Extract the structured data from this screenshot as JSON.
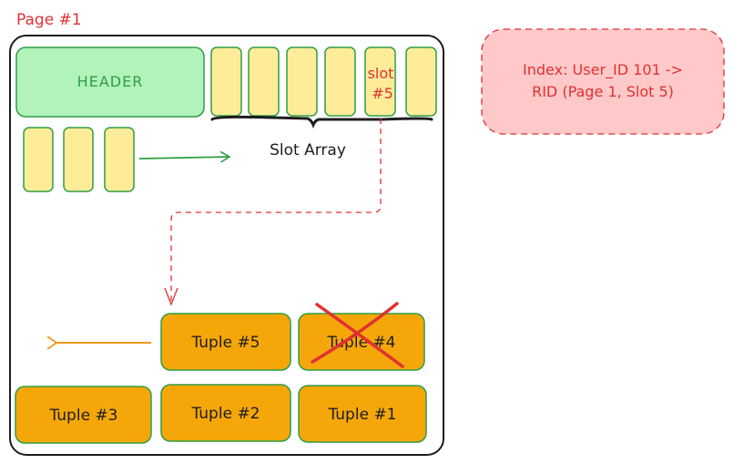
{
  "page": {
    "title": "Page #1"
  },
  "header": {
    "label": "HEADER"
  },
  "slot_array": {
    "label": "Slot Array",
    "highlighted_slot": {
      "line1": "slot",
      "line2": "#5"
    }
  },
  "tuples": [
    {
      "label": "Tuple #5",
      "deleted": false
    },
    {
      "label": "Tuple #4",
      "deleted": true
    },
    {
      "label": "Tuple #3",
      "deleted": false
    },
    {
      "label": "Tuple #2",
      "deleted": false
    },
    {
      "label": "Tuple #1",
      "deleted": false
    }
  ],
  "index_note": {
    "line1": "Index: User_ID 101 ->",
    "line2": "RID (Page 1, Slot 5)"
  },
  "colors": {
    "header_fill": "#b2f2bb",
    "slot_fill": "#ffec99",
    "tuple_fill": "#f5a70a",
    "green_stroke": "#2f9e44",
    "red": "#e03131",
    "note_fill": "#ffc9c9",
    "orange_arrow": "#f08c00"
  }
}
